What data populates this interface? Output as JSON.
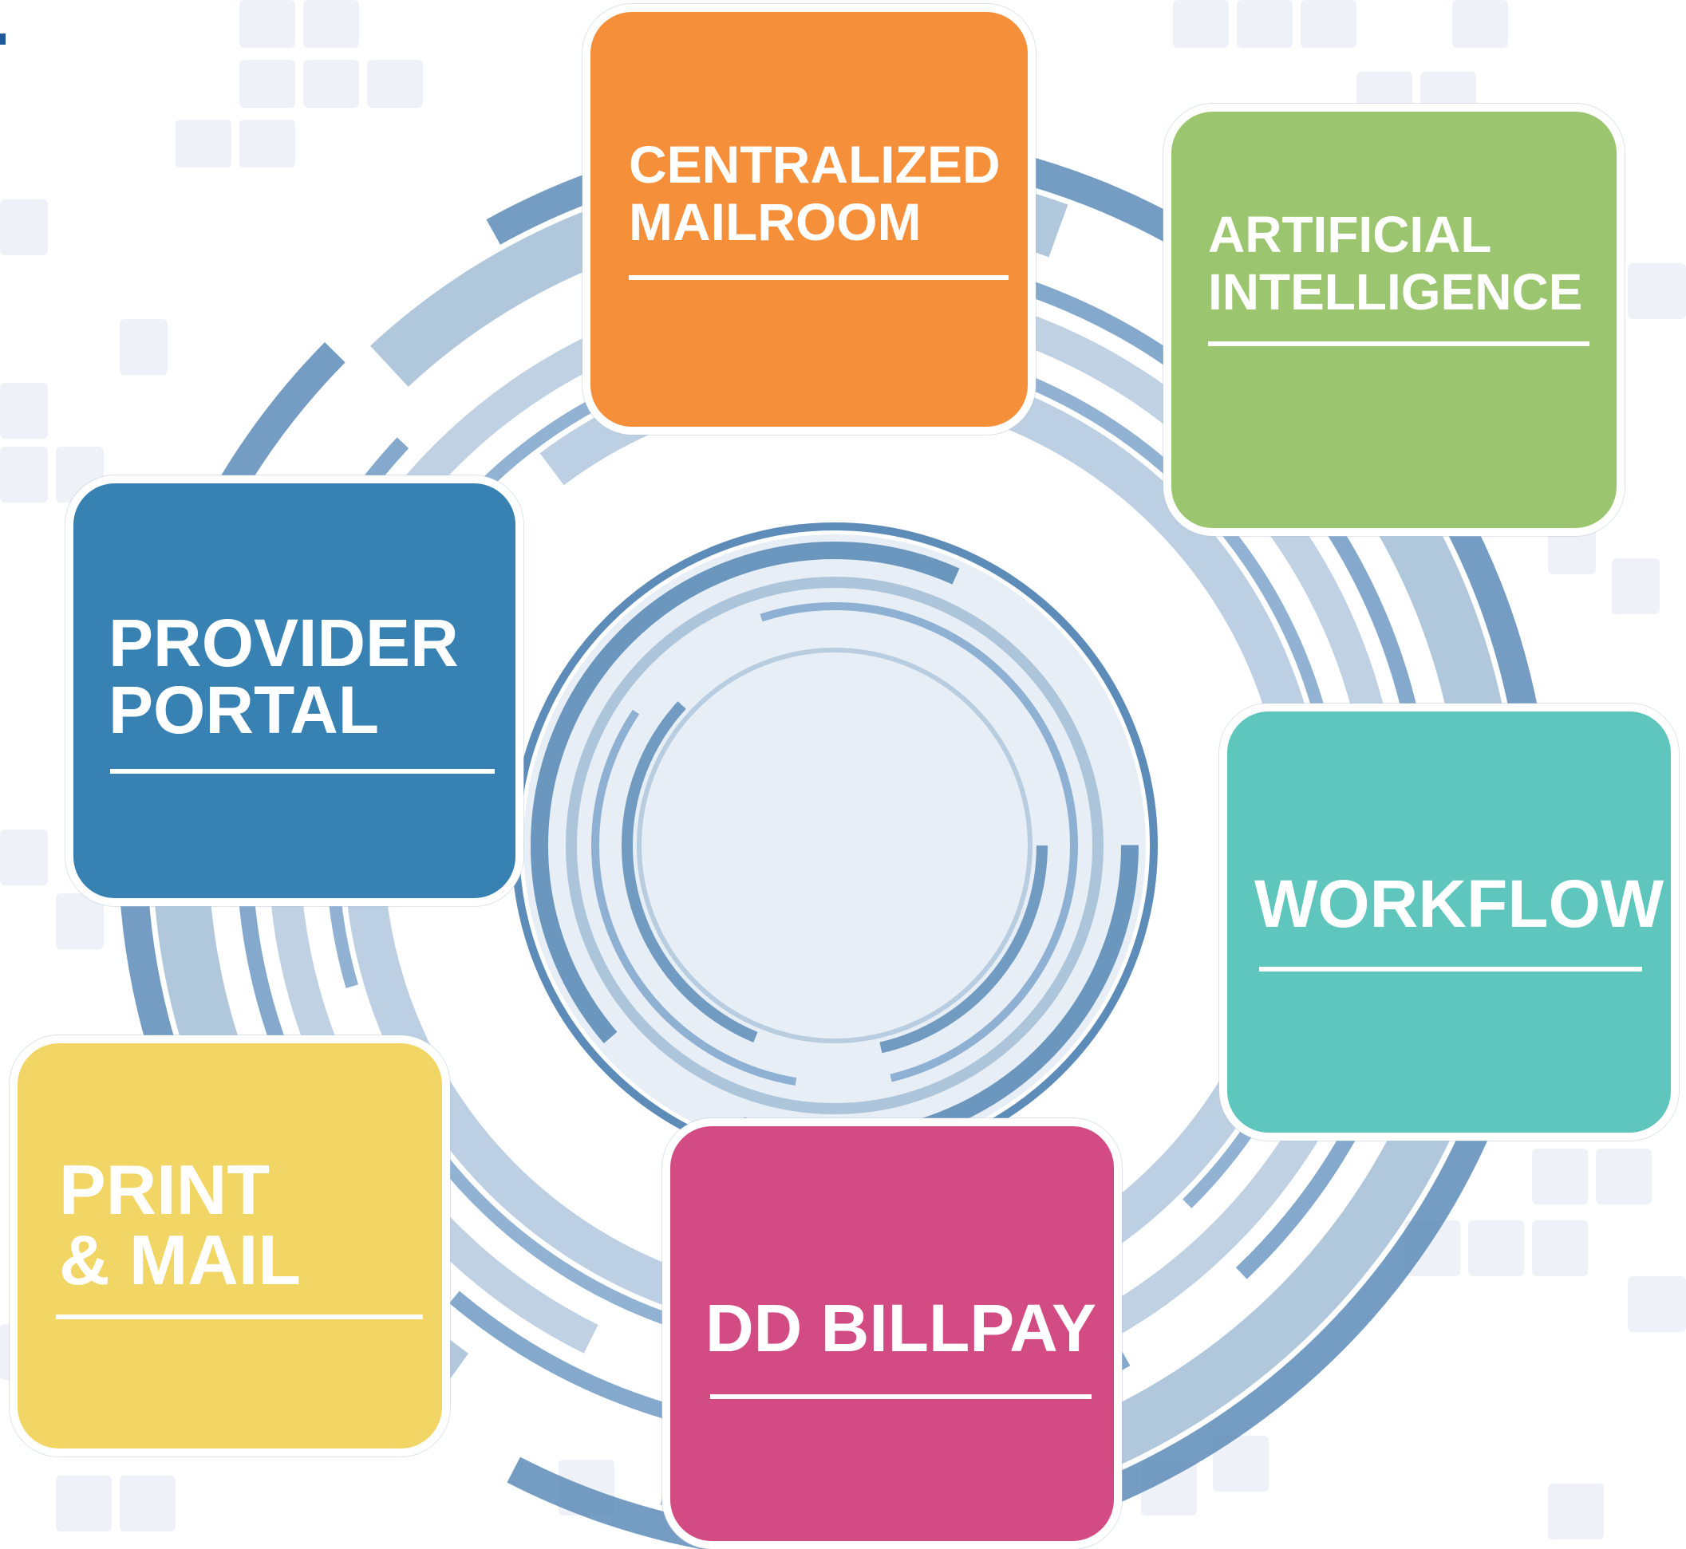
{
  "colors": {
    "orange": "#F58F3A",
    "green": "#9BC56E",
    "blue": "#3781B3",
    "teal": "#5EC6BC",
    "yellow": "#F2D665",
    "pink": "#D34B83",
    "ring_dark": "#5D8CB8",
    "ring_light": "#A9C1D8"
  },
  "boxes": {
    "centralized_mailroom": {
      "line1": "CENTRALIZED",
      "line2": "MAILROOM"
    },
    "artificial_intelligence": {
      "line1": "ARTIFICIAL",
      "line2": "INTELLIGENCE"
    },
    "provider_portal": {
      "line1": "PROVIDER",
      "line2": "PORTAL"
    },
    "workflow": {
      "line1": "WORKFLOW"
    },
    "print_mail": {
      "line1": "PRINT",
      "line2": "& MAIL"
    },
    "dd_billpay": {
      "line1": "DD BILLPAY"
    }
  }
}
